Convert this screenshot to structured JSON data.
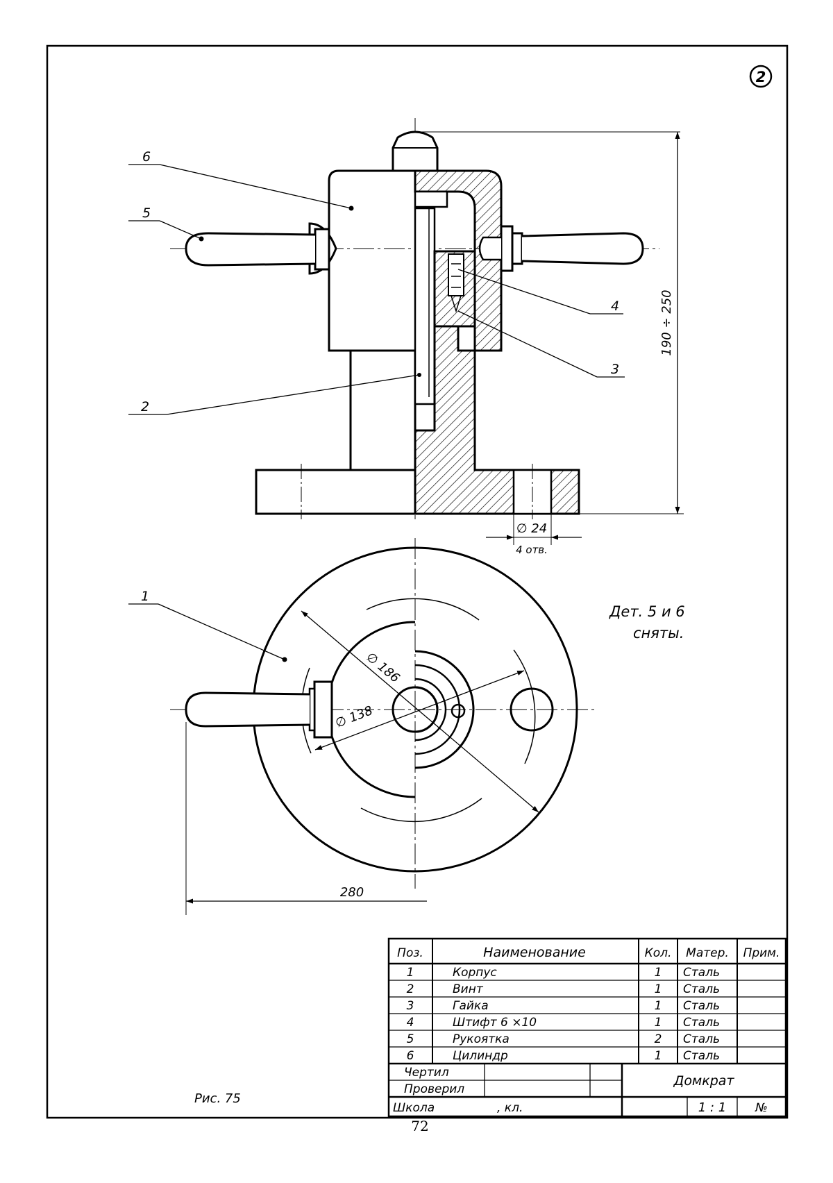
{
  "sheet_number": "2",
  "figure_caption": "Рис. 75",
  "page_number": "72",
  "removed_note": [
    "Дет. 5 и 6",
    "сняты."
  ],
  "callouts": [
    "1",
    "2",
    "3",
    "4",
    "5",
    "6"
  ],
  "dimensions": {
    "height": "190 ÷ 250",
    "hole_dia": "∅ 24",
    "hole_count": "4 отв.",
    "dia_186": "∅ 186",
    "dia_138": "∅ 138",
    "width_280": "280"
  },
  "parts_table": {
    "headers": {
      "pos": "Поз.",
      "name": "Наименование",
      "qty": "Кол.",
      "material": "Матер.",
      "note": "Прим."
    },
    "rows": [
      {
        "pos": "1",
        "name": "Корпус",
        "qty": "1",
        "material": "Сталь"
      },
      {
        "pos": "2",
        "name": "Винт",
        "qty": "1",
        "material": "Сталь"
      },
      {
        "pos": "3",
        "name": "Гайка",
        "qty": "1",
        "material": "Сталь"
      },
      {
        "pos": "4",
        "name": "Штифт 6 ×10",
        "qty": "1",
        "material": "Сталь"
      },
      {
        "pos": "5",
        "name": "Рукоятка",
        "qty": "2",
        "material": "Сталь"
      },
      {
        "pos": "6",
        "name": "Цилиндр",
        "qty": "1",
        "material": "Сталь"
      }
    ]
  },
  "title_block": {
    "drew": "Чертил",
    "checked": "Проверил",
    "school": "Школа",
    "class": ", кл.",
    "title": "Домкрат",
    "scale": "1 : 1",
    "number": "№"
  }
}
